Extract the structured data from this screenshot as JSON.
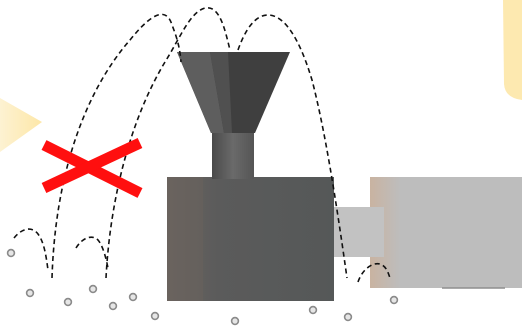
{
  "scene": {
    "colors": {
      "background": "#ffffff",
      "callout": "#fde9b0",
      "machine_dark": "#5a5a5a",
      "machine_light": "#bdbdbd",
      "warm_shade": "#c8b4a2",
      "funnel": "#3f3f3f",
      "cross": "#ff0f0f",
      "dashed_path": "#111111",
      "pellet_stroke": "#8a8a8a",
      "pellet_fill": "#e6e6e6"
    },
    "elements": {
      "machine": "extruder-machine",
      "funnel": "hopper-funnel",
      "cross": "red-cross-mark",
      "paths": "dashed-trajectory",
      "pellets": "pellet"
    }
  }
}
